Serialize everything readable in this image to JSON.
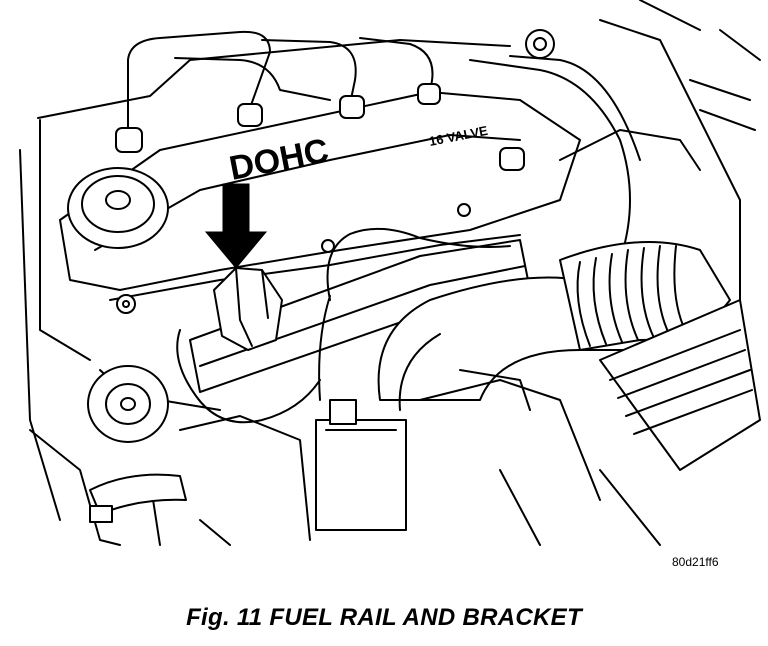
{
  "figure": {
    "cover_lettering": "DOHC",
    "cover_sub_lettering": "16 VALVE",
    "arrow_icon": "down-arrow-icon",
    "id": "80d21ff6",
    "caption": "Fig. 11 FUEL RAIL AND BRACKET"
  }
}
